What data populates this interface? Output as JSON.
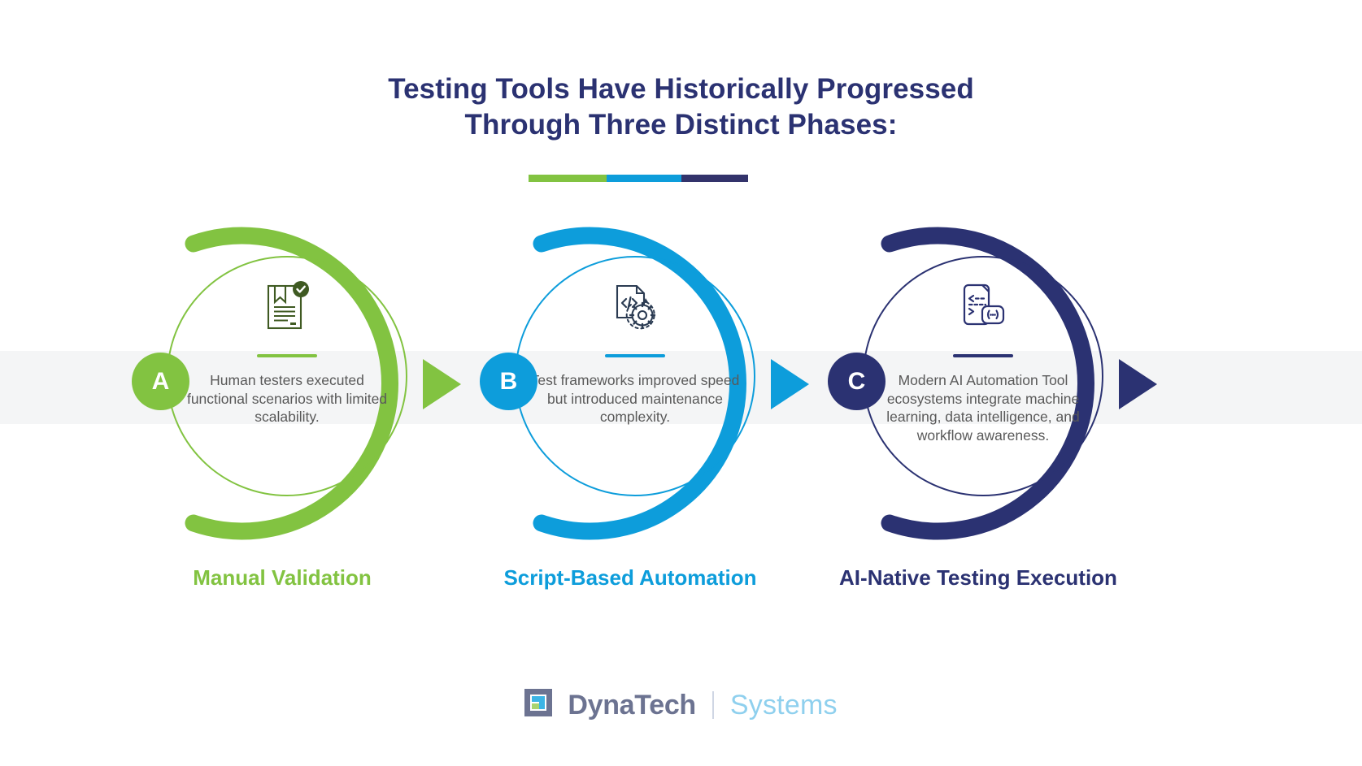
{
  "title": {
    "line1": "Testing Tools Have Historically Progressed",
    "line2": "Through Three Distinct Phases:"
  },
  "divider": {
    "segment_1_color": "#82c341",
    "segment_2_color": "#0d9ddb",
    "segment_3_color": "#33336b"
  },
  "phases": [
    {
      "badge": "A",
      "icon": "document-check-icon",
      "description": "Human testers executed functional scenarios with limited scalability.",
      "label": "Manual Validation",
      "color": "#82c341",
      "icon_color": "#3f5a22"
    },
    {
      "badge": "B",
      "icon": "code-gear-icon",
      "description": "Test frameworks improved speed but introduced maintenance complexity.",
      "label": "Script-Based Automation",
      "color": "#0d9ddb",
      "icon_color": "#2b3b52"
    },
    {
      "badge": "C",
      "icon": "mobile-code-icon",
      "description": "Modern AI Automation Tool ecosystems integrate machine learning, data intelligence, and workflow awareness.",
      "label": "AI-Native Testing Execution",
      "color": "#2b3272",
      "icon_color": "#2b3272"
    }
  ],
  "logo": {
    "name": "DynaTech",
    "sub": "Systems",
    "mark_color_dark": "#6c7391",
    "mark_color_green": "#a8d46f",
    "mark_color_blue": "#3cb4e5"
  }
}
